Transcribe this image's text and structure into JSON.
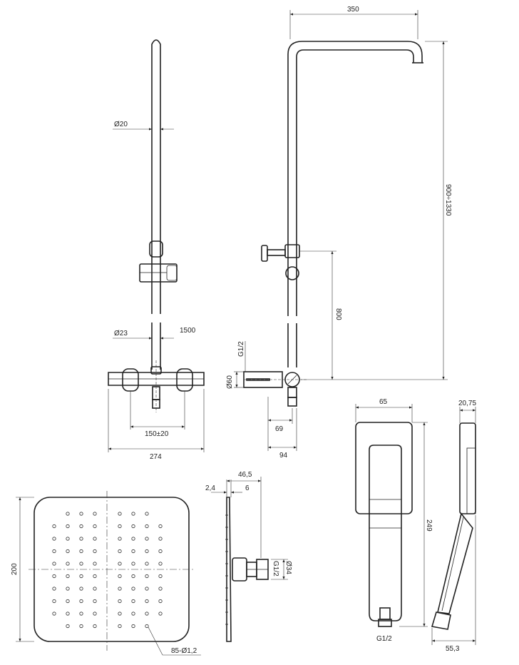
{
  "dimensions": {
    "arm_width": "350",
    "height_range": "900÷1330",
    "rail_diameter": "Ø20",
    "lower_pipe_diameter": "Ø23",
    "rail_length": "1500",
    "inlet_thread": "G1/2",
    "inlet_diameter": "Ø60",
    "mixer_height": "800",
    "depth_69": "69",
    "depth_94": "94",
    "connection_spacing": "150±20",
    "mixer_width": "274",
    "handle_width": "65",
    "handle_thickness": "20,75",
    "handle_length": "249",
    "handle_thread": "G1/2",
    "handle_depth": "55,3",
    "plate_thickness": "2,4",
    "head_depth": "46,5",
    "head_inset": "6",
    "head_thread": "G1/2",
    "head_connector_diameter": "Ø34",
    "head_size": "200",
    "nozzles": "85-Ø1,2"
  }
}
